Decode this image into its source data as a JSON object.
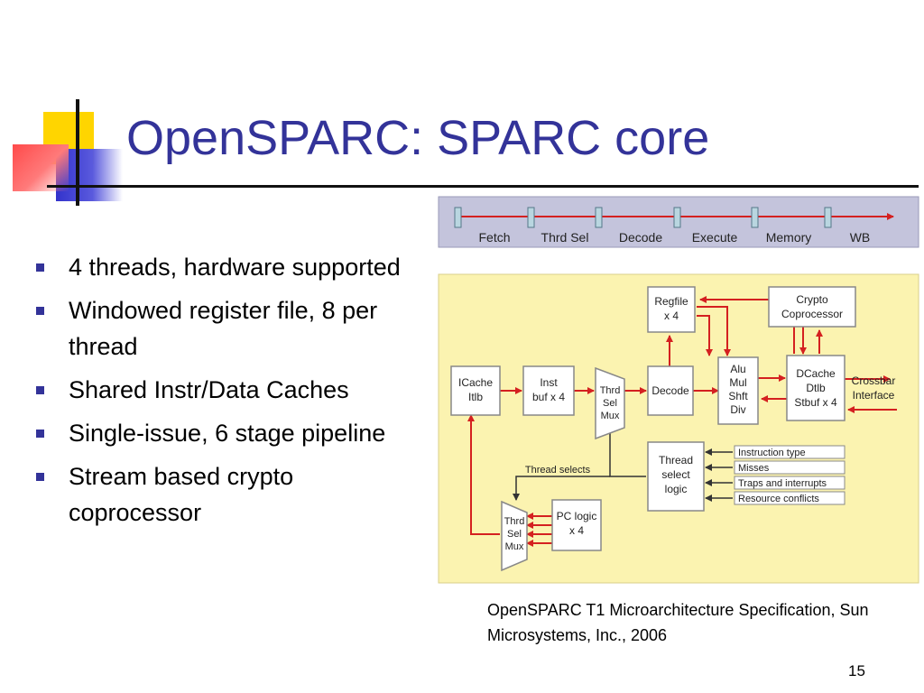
{
  "slide": {
    "title": "OpenSPARC: SPARC core",
    "bullets": [
      "4 threads, hardware supported",
      "Windowed register file, 8 per thread",
      "Shared Instr/Data Caches",
      "Single-issue, 6 stage pipeline",
      "Stream based crypto coprocessor"
    ],
    "citation": "OpenSPARC T1 Microarchitecture Specification, Sun Microsystems, Inc., 2006",
    "page_number": "15"
  },
  "pipeline": {
    "stages": [
      "Fetch",
      "Thrd Sel",
      "Decode",
      "Execute",
      "Memory",
      "WB"
    ]
  },
  "diagram": {
    "icache": [
      "ICache",
      "Itlb"
    ],
    "inst_buf": [
      "Inst",
      "buf x 4"
    ],
    "thrd_sel_mux_top": [
      "Thrd",
      "Sel",
      "Mux"
    ],
    "decode": [
      "Decode"
    ],
    "regfile": [
      "Regfile",
      "x 4"
    ],
    "crypto": [
      "Crypto",
      "Coprocessor"
    ],
    "alu": [
      "Alu",
      "Mul",
      "Shft",
      "Div"
    ],
    "dcache": [
      "DCache",
      "Dtlb",
      "Stbuf x 4"
    ],
    "crossbar": [
      "Crossbar",
      "Interface"
    ],
    "thread_select_logic": [
      "Thread",
      "select",
      "logic"
    ],
    "thread_selects_label": "Thread selects",
    "inputs": [
      "Instruction type",
      "Misses",
      "Traps and interrupts",
      "Resource conflicts"
    ],
    "thrd_sel_mux_bottom": [
      "Thrd",
      "Sel",
      "Mux"
    ],
    "pc_logic": [
      "PC logic",
      "x 4"
    ]
  },
  "colors": {
    "title": "#333399",
    "bullet": "#333399",
    "pipeline_bg": "#c4c4dc",
    "diagram_bg": "#fbf3b0",
    "arrow": "#d42020",
    "block_fill": "#ffffff",
    "block_stroke": "#888888"
  }
}
